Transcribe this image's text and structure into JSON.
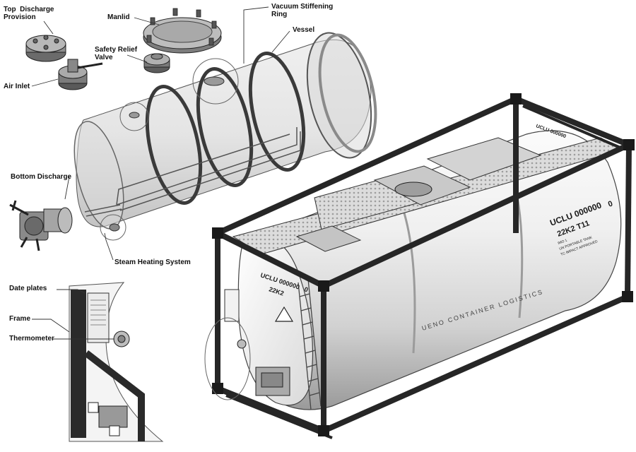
{
  "labels": {
    "top_discharge": "Top  Discharge\nProvision",
    "manlid": "Manlid",
    "vacuum_ring": "Vacuum Stiffening\nRing",
    "vessel": "Vessel",
    "safety_valve": "Safety Relief\nValve",
    "air_inlet": "Air Inlet",
    "bottom_discharge": "Bottom Discharge",
    "steam_heating": "Steam Heating System",
    "date_plates": "Date plates",
    "frame": "Frame",
    "thermometer": "Thermometer"
  },
  "tank_markings": {
    "side_number": "UCLU 000000",
    "side_check_digit": "0",
    "side_type": "22K2  T11",
    "side_sub1": "IMO 1",
    "side_sub2": "UN PORTABLE TANK",
    "side_sub3": "TC IMPACT APPROVED",
    "rear_number": "UCLU 000000",
    "rear_check_digit": "0",
    "rear_type": "22K2",
    "top_number": "UCLU 000000",
    "brand": "UENO CONTAINER LOGISTICS"
  },
  "colors": {
    "steel_dark": "#2b2b2b",
    "tank_shell": "#e6e6e6",
    "ghost_vessel": "#c9c9c9",
    "line": "#222222"
  }
}
